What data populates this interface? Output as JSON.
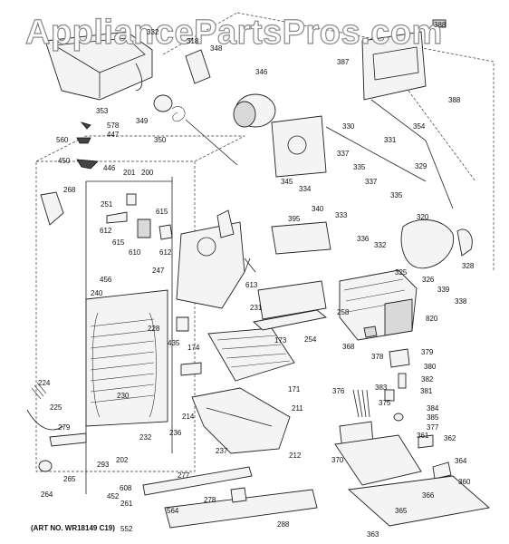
{
  "watermark": "AppliancePartsPros.com",
  "art_number": "(ART NO. WR18149 C19)",
  "callouts": {
    "c332": "332",
    "c318": "318",
    "c348": "348",
    "c353": "353",
    "c346": "346",
    "c578": "578",
    "c447": "447",
    "c560": "560",
    "c349": "349",
    "c350": "350",
    "c450": "450",
    "c446": "446",
    "c201": "201",
    "c200": "200",
    "c268": "268",
    "c251": "251",
    "c615a": "615",
    "c612a": "612",
    "c615b": "615",
    "c610": "610",
    "c612b": "612",
    "c247": "247",
    "c613": "613",
    "c456": "456",
    "c240": "240",
    "c228": "228",
    "c435": "435",
    "c174": "174",
    "c231": "231",
    "c258": "258",
    "c173": "173",
    "c254": "254",
    "c224": "224",
    "c230": "230",
    "c171": "171",
    "c225": "225",
    "c279": "279",
    "c214": "214",
    "c236": "236",
    "c211": "211",
    "c232": "232",
    "c237": "237",
    "c212": "212",
    "c202": "202",
    "c293": "293",
    "c265": "265",
    "c608": "608",
    "c264": "264",
    "c452": "452",
    "c261": "261",
    "c277": "277",
    "c278": "278",
    "c564": "564",
    "c552": "552",
    "c288": "288",
    "c387": "387",
    "c388a": "388",
    "c388b": "388",
    "c354": "354",
    "c330": "330",
    "c331": "331",
    "c337a": "337",
    "c335a": "335",
    "c345": "345",
    "c334": "334",
    "c337b": "337",
    "c340": "340",
    "c333": "333",
    "c335b": "335",
    "c329": "329",
    "c395": "395",
    "c336": "336",
    "c332b": "332",
    "c320": "320",
    "c325": "325",
    "c326": "326",
    "c328": "328",
    "c339": "339",
    "c338": "338",
    "c820": "820",
    "c368": "368",
    "c378": "378",
    "c379": "379",
    "c380": "380",
    "c382": "382",
    "c376": "376",
    "c383": "383",
    "c375": "375",
    "c381": "381",
    "c384": "384",
    "c385": "385",
    "c377": "377",
    "c370": "370",
    "c361": "361",
    "c362": "362",
    "c364": "364",
    "c360": "360",
    "c366": "366",
    "c365": "365",
    "c363": "363"
  }
}
